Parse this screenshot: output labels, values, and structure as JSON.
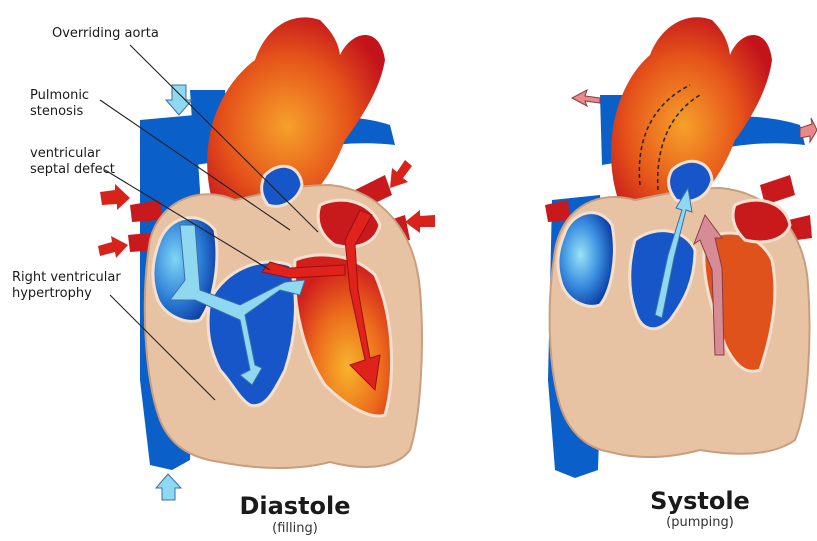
{
  "labels": {
    "overriding_aorta": "Overriding aorta",
    "pulmonic_stenosis_line1": "Pulmonic",
    "pulmonic_stenosis_line2": "stenosis",
    "vsd_line1": "ventricular",
    "vsd_line2": "septal defect",
    "rvh_line1": "Right ventricular",
    "rvh_line2": "hypertrophy"
  },
  "diastole": {
    "title": "Diastole",
    "subtitle": "(filling)"
  },
  "systole": {
    "title": "Systole",
    "subtitle": "(pumping)"
  },
  "colors": {
    "deoxygenated": "#0b5fc8",
    "oxygenated": "#d8231a",
    "muscle": "#e8c3a3",
    "flow_arrow": "#8fd8f0"
  }
}
